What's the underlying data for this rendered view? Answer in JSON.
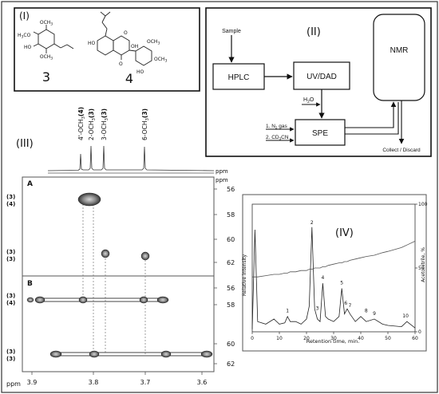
{
  "panels": {
    "p1": {
      "label": "(I)",
      "compound_3": {
        "number": "3",
        "groups": {
          "ome_top": "OCH",
          "ome_top_sub": "3",
          "h3co": "H",
          "h3co_sub": "3",
          "h3co_tail": "CO",
          "oh": "HO",
          "ome_bot": "OCH",
          "ome_bot_sub": "3"
        }
      },
      "compound_4": {
        "number": "4",
        "groups": {
          "ho_left": "HO",
          "oh_right": "OH",
          "ome_a": "OCH",
          "ome_a_sub": "3",
          "ome_b": "OCH",
          "ome_b_sub": "3",
          "ho_bot": "HO",
          "o_ring": "O",
          "o_keto": "O"
        }
      }
    },
    "p2": {
      "label": "(II)",
      "sample": "Sample",
      "hplc": "HPLC",
      "uvdad": "UV/DAD",
      "h2o": "H",
      "h2o_sub": "2",
      "h2o_tail": "O",
      "spe": "SPE",
      "nmr": "NMR",
      "gas1": "1. N",
      "gas1_sub": "2",
      "gas1_tail": " gas",
      "gas2": "2. CD",
      "gas2_sub": "3",
      "gas2_tail": "CN",
      "collect": "Collect / Discard"
    },
    "p3": {
      "label": "(III)",
      "peaks": [
        {
          "pre": "4'-OCH",
          "sub": "3",
          "tag": "(4)"
        },
        {
          "pre": "2-OCH",
          "sub": "3",
          "tag": "(3)"
        },
        {
          "pre": "3-OCH",
          "sub": "3",
          "tag": "(3)"
        },
        {
          "pre": "6-OCH",
          "sub": "3",
          "tag": "(3)"
        }
      ],
      "ppm": "ppm",
      "block_a": "A",
      "block_b": "B",
      "a_ticks": [
        "56",
        "58",
        "60",
        "62"
      ],
      "b_ticks": [
        "56",
        "58",
        "60",
        "62"
      ],
      "x_ticks": [
        "3.9",
        "3.8",
        "3.7",
        "3.6"
      ],
      "a_left_labels": [
        "(3)",
        "(4)",
        "(3)",
        "(3)"
      ],
      "b_left_labels": [
        "(3)",
        "(4)",
        "(3)",
        "(3)"
      ]
    },
    "p4": {
      "label": "(IV)",
      "ylabel_left": "Relative intensity",
      "ylabel_right": "Acetonitrile, %",
      "xlabel": "Retention time, min.",
      "x_ticks": [
        "0",
        "10",
        "20",
        "30",
        "40",
        "50",
        "60"
      ],
      "y_right_ticks": [
        "100",
        "50",
        "0"
      ],
      "peak_labels": [
        "1",
        "2",
        "3",
        "4",
        "5",
        "6",
        "7",
        "8",
        "9",
        "10"
      ]
    }
  },
  "chart_data": {
    "type": "line",
    "x": [
      0,
      1,
      2,
      5,
      8,
      10,
      12,
      13,
      14,
      16,
      18,
      20,
      21,
      22,
      23,
      24,
      25,
      26,
      27,
      28,
      30,
      32,
      33,
      34,
      35,
      36,
      38,
      40,
      42,
      45,
      48,
      50,
      55,
      57,
      60
    ],
    "series": [
      {
        "values": [
          2,
          80,
          8,
          6,
          10,
          6,
          7,
          12,
          8,
          8,
          6,
          10,
          20,
          82,
          18,
          10,
          8,
          38,
          12,
          10,
          8,
          12,
          34,
          14,
          18,
          14,
          8,
          12,
          8,
          10,
          6,
          5,
          4,
          8,
          3
        ]
      },
      {
        "values": [
          43,
          43,
          43,
          44,
          45,
          45,
          46,
          46,
          47,
          47,
          48,
          48,
          49,
          49,
          50,
          50,
          50,
          51,
          51,
          52,
          53,
          54,
          54,
          55,
          55,
          56,
          57,
          58,
          59,
          60,
          62,
          63,
          66,
          68,
          71
        ]
      }
    ],
    "xlabel": "Retention time, min.",
    "ylabel": "Relative intensity",
    "y2label": "Acetonitrile, %",
    "xlim": [
      0,
      60
    ],
    "y2lim": [
      0,
      100
    ],
    "x_ticks": [
      0,
      10,
      20,
      30,
      40,
      50,
      60
    ],
    "y2_ticks": [
      0,
      50,
      100
    ],
    "annotations": [
      "1",
      "2",
      "3",
      "4",
      "5",
      "6",
      "7",
      "8",
      "9",
      "10"
    ]
  }
}
